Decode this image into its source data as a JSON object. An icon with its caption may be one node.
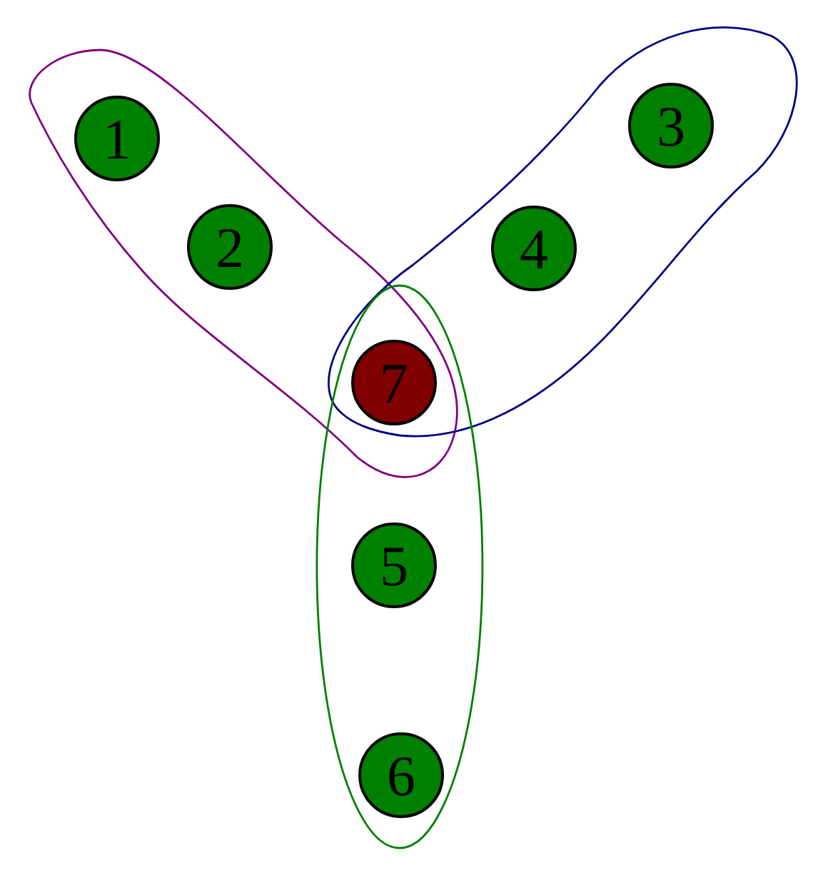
{
  "diagram": {
    "nodes": [
      {
        "text": [],
        "shape": "ellipse"
      },
      {
        "text": [
          "1"
        ],
        "in": 0
      },
      {
        "text": [
          "2"
        ],
        "in": 0
      },
      {
        "text": [],
        "shape": "ellipse"
      },
      {
        "text": [
          "3"
        ],
        "in": 3
      },
      {
        "text": [
          "4"
        ],
        "in": 3
      },
      {
        "text": [
          "7"
        ]
      },
      {
        "text": [],
        "shape": "ellipse"
      },
      {
        "text": [
          "5"
        ],
        "in": 7
      },
      {
        "text": [
          "6"
        ],
        "in": 7
      }
    ],
    "edges": []
  }
}
